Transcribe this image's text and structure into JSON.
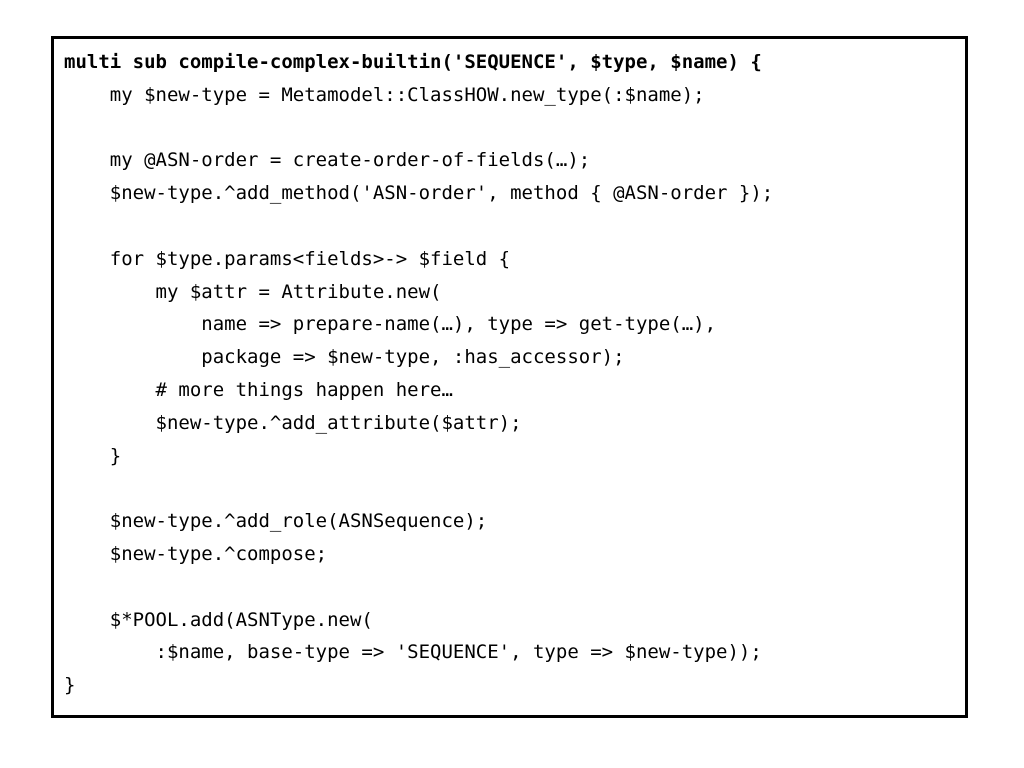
{
  "code": {
    "lines": [
      {
        "text": "multi sub compile-complex-builtin('SEQUENCE', $type, $name) {",
        "bold": true
      },
      {
        "text": "    my $new-type = Metamodel::ClassHOW.new_type(:$name);",
        "bold": false
      },
      {
        "text": "",
        "bold": false
      },
      {
        "text": "    my @ASN-order = create-order-of-fields(…);",
        "bold": false
      },
      {
        "text": "    $new-type.^add_method('ASN-order', method { @ASN-order });",
        "bold": false
      },
      {
        "text": "",
        "bold": false
      },
      {
        "text": "    for $type.params<fields>-> $field {",
        "bold": false
      },
      {
        "text": "        my $attr = Attribute.new(",
        "bold": false
      },
      {
        "text": "            name => prepare-name(…), type => get-type(…),",
        "bold": false
      },
      {
        "text": "            package => $new-type, :has_accessor);",
        "bold": false
      },
      {
        "text": "        # more things happen here…",
        "bold": false
      },
      {
        "text": "        $new-type.^add_attribute($attr);",
        "bold": false
      },
      {
        "text": "    }",
        "bold": false
      },
      {
        "text": "",
        "bold": false
      },
      {
        "text": "    $new-type.^add_role(ASNSequence);",
        "bold": false
      },
      {
        "text": "    $new-type.^compose;",
        "bold": false
      },
      {
        "text": "",
        "bold": false
      },
      {
        "text": "    $*POOL.add(ASNType.new(",
        "bold": false
      },
      {
        "text": "        :$name, base-type => 'SEQUENCE', type => $new-type));",
        "bold": false
      },
      {
        "text": "}",
        "bold": false
      }
    ]
  }
}
